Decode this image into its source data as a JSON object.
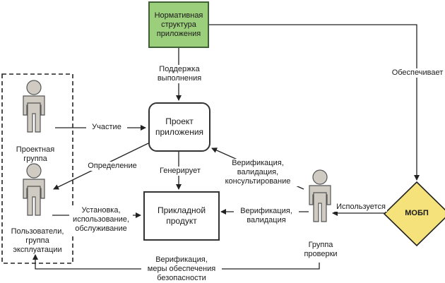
{
  "boxes": {
    "normative": "Нормативная\nструктура\nприложения",
    "project": "Проект\nприложения",
    "product": "Прикладной\nпродукт",
    "mobp": "МОБП"
  },
  "actors": {
    "project_group": "Проектная\nгруппа",
    "users": "Пользователи,\nгруппа\nэксплуатации",
    "verification_group": "Группа\nпроверки"
  },
  "edges": {
    "support": "Поддержка\nвыполнения",
    "provides": "Обеспечивает",
    "participation": "Участие",
    "definition": "Определение",
    "generates": "Генерирует",
    "verif_consult": "Верификация,\nвалидация,\nконсультирование",
    "install": "Установка,\nиспользование,\nобслуживание",
    "verif_valid": "Верификация,\nвалидация",
    "used": "Используется",
    "verif_security": "Верификация,\nмеры обеспечения\nбезопасности"
  },
  "colors": {
    "normative_fill": "#9ccf7c",
    "mobp_fill": "#f5e27a",
    "actor_fill": "#cfcbc3"
  }
}
